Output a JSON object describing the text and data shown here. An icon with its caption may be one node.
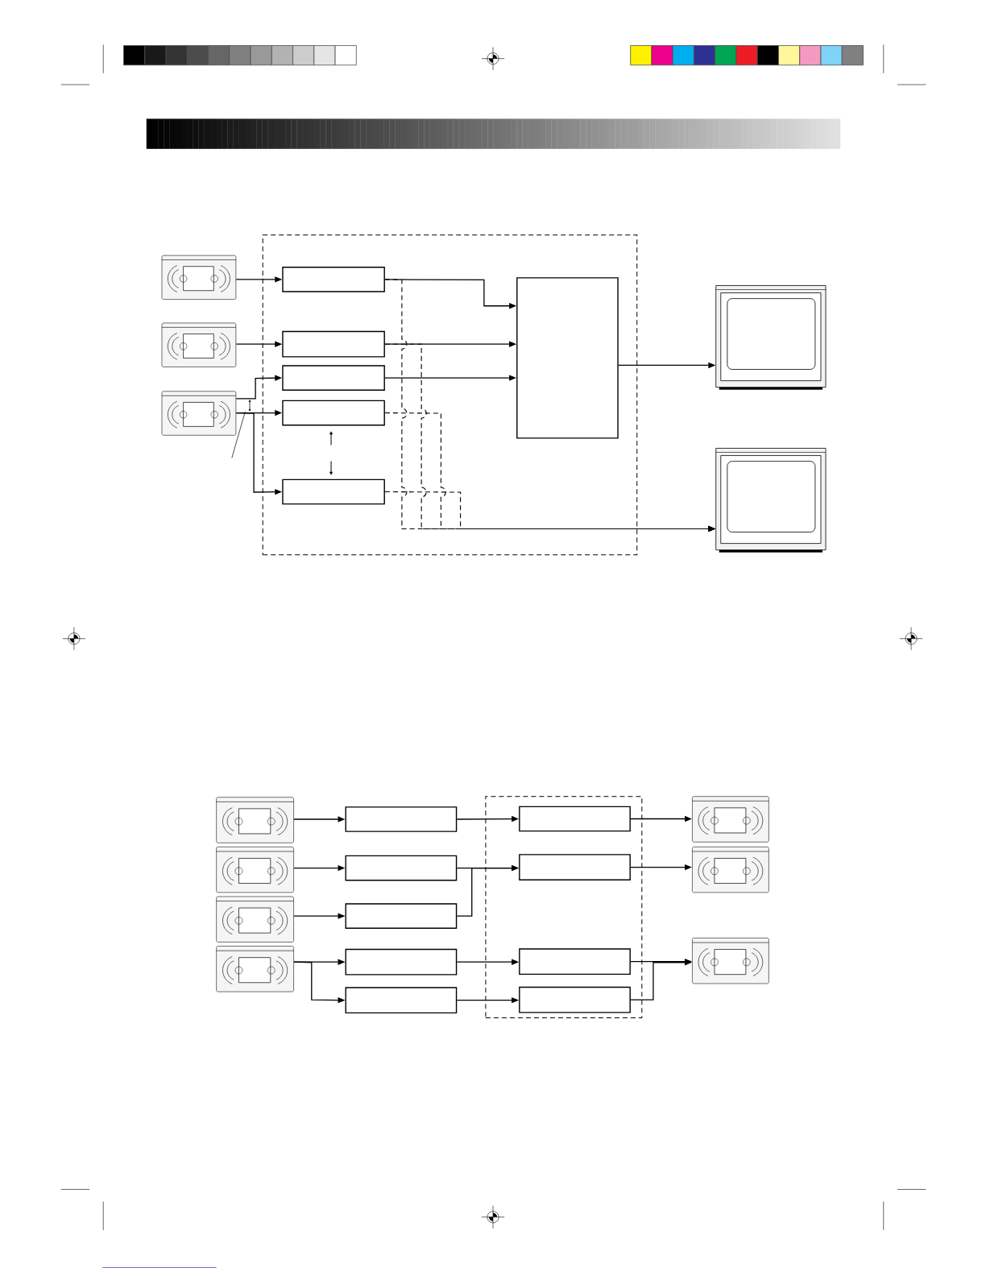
{
  "diagram": {
    "nodes": [
      {
        "text": [],
        "shape": "box"
      },
      {
        "text": [],
        "shape": "cassette"
      },
      {
        "text": [],
        "shape": "box",
        "in": 0
      },
      {
        "text": [],
        "shape": "box",
        "in": 0
      },
      {
        "text": [],
        "shape": "monitor"
      },
      {
        "text": [],
        "shape": "cassette"
      },
      {
        "text": [],
        "shape": "box",
        "in": 0
      },
      {
        "text": [],
        "shape": "box",
        "in": 0
      },
      {
        "text": [],
        "shape": "cassette"
      },
      {
        "text": [],
        "shape": "box",
        "in": 0
      },
      {
        "text": [],
        "shape": "box",
        "in": 0
      },
      {
        "text": [],
        "shape": "monitor"
      },
      {
        "text": [],
        "shape": "cassette"
      },
      {
        "text": [],
        "shape": "box"
      },
      {
        "text": [],
        "shape": "box"
      },
      {
        "text": [],
        "shape": "box",
        "in": 14
      },
      {
        "text": [],
        "shape": "cassette"
      },
      {
        "text": [],
        "shape": "cassette"
      },
      {
        "text": [],
        "shape": "box"
      },
      {
        "text": [],
        "shape": "box",
        "in": 14
      },
      {
        "text": [],
        "shape": "cassette"
      },
      {
        "text": [],
        "shape": "cassette"
      },
      {
        "text": [],
        "shape": "box"
      },
      {
        "text": [],
        "shape": "cassette"
      },
      {
        "text": [],
        "shape": "box"
      },
      {
        "text": [],
        "shape": "box",
        "in": 14
      },
      {
        "text": [],
        "shape": "cassette"
      },
      {
        "text": [],
        "shape": "box"
      },
      {
        "text": [],
        "shape": "box",
        "in": 14
      }
    ],
    "edges": [
      {
        "from": 1,
        "to": 2,
        "arrow": "to"
      },
      {
        "from": 2,
        "to": 3,
        "arrow": "to"
      },
      {
        "from": 5,
        "to": 6,
        "arrow": "to"
      },
      {
        "from": 6,
        "to": 3,
        "arrow": "to"
      },
      {
        "from": 8,
        "to": 7,
        "arrow": "to"
      },
      {
        "from": 7,
        "to": 3,
        "arrow": "to"
      },
      {
        "from": 8,
        "to": 9,
        "arrow": "to"
      },
      {
        "from": 8,
        "to": 10,
        "arrow": "to"
      },
      {
        "from": 3,
        "to": 4,
        "arrow": "to"
      },
      {
        "from": 2,
        "to": 11,
        "arrow": "to",
        "style": "dashed"
      },
      {
        "from": 6,
        "to": 11,
        "arrow": "to",
        "style": "dashed"
      },
      {
        "from": 9,
        "to": 11,
        "arrow": "to",
        "style": "dashed"
      },
      {
        "from": 10,
        "to": 11,
        "arrow": "to",
        "style": "dashed"
      },
      {
        "from": 12,
        "to": 13,
        "arrow": "to"
      },
      {
        "from": 17,
        "to": 18,
        "arrow": "to"
      },
      {
        "from": 21,
        "to": 22,
        "arrow": "to"
      },
      {
        "from": 23,
        "to": 24,
        "arrow": "to"
      },
      {
        "from": 23,
        "to": 27,
        "arrow": "to"
      },
      {
        "from": 13,
        "to": 15,
        "arrow": "to"
      },
      {
        "from": 18,
        "to": 19,
        "arrow": "to"
      },
      {
        "from": 22,
        "to": 19,
        "arrow": "to"
      },
      {
        "from": 24,
        "to": 25,
        "arrow": "to"
      },
      {
        "from": 27,
        "to": 28,
        "arrow": "to"
      },
      {
        "from": 15,
        "to": 16,
        "arrow": "to"
      },
      {
        "from": 19,
        "to": 20,
        "arrow": "to"
      },
      {
        "from": 25,
        "to": 26,
        "arrow": "to"
      },
      {
        "from": 28,
        "to": 26,
        "arrow": "to"
      },
      {
        "from": null,
        "to": 8,
        "arrow": "none"
      }
    ]
  }
}
